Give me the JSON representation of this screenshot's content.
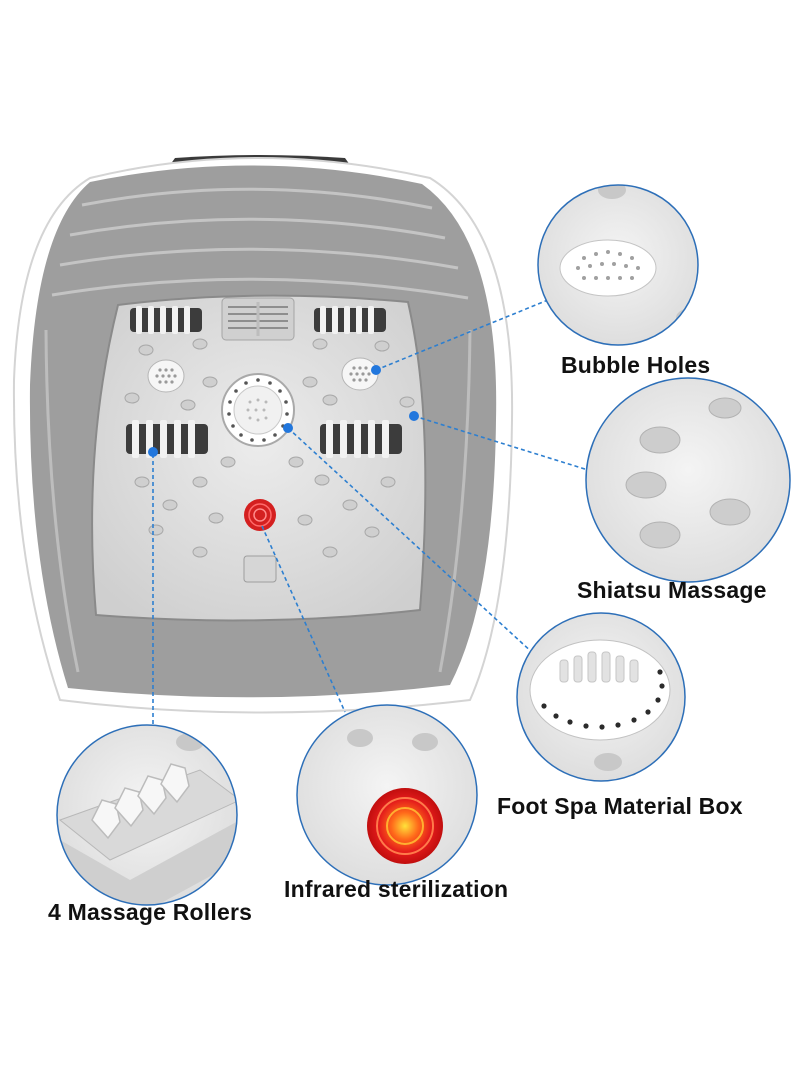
{
  "callouts": {
    "bubble_holes": "Bubble Holes",
    "shiatsu_massage": "Shiatsu Massage",
    "foot_spa_material_box": "Foot Spa Material Box",
    "infrared_sterilization": "Infrared sterilization",
    "massage_rollers": "4 Massage Rollers"
  },
  "colors": {
    "basin_outer": "#ffffff",
    "basin_wall": "#9c9c9c",
    "basin_floor": "#e4e4e4",
    "callout_line": "#2d7fd0",
    "callout_dot": "#2277dd",
    "infrared": "#e52222",
    "zoom_circle": "#2d6fb8",
    "label_text": "#111111"
  }
}
